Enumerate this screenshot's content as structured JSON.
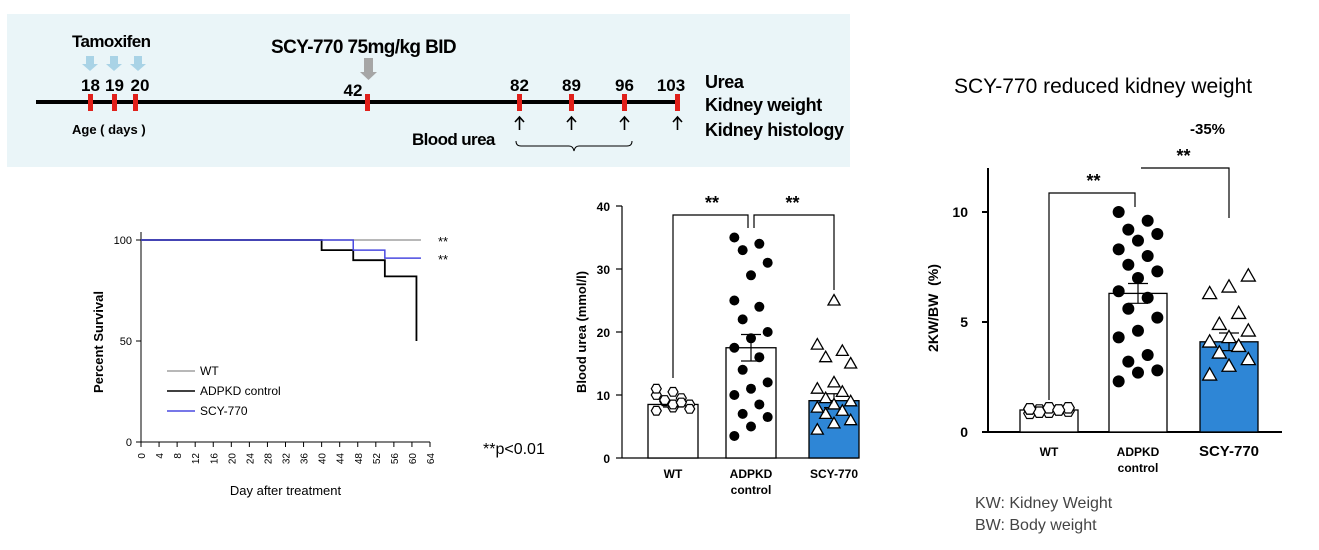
{
  "timeline": {
    "tamoxifen_label": "Tamoxifen",
    "tamoxifen_days": [
      "18",
      "19",
      "20"
    ],
    "treatment_label": "SCY-770 75mg/kg BID",
    "treatment_start": "42",
    "sample_days": [
      "82",
      "89",
      "96",
      "103"
    ],
    "age_label": "Age ( days )",
    "blood_urea_label": "Blood urea",
    "endpoints": [
      "Urea",
      "Kidney weight",
      "Kidney histology"
    ]
  },
  "kidney_title": "SCY-770 reduced kidney weight",
  "kidney_reduction": "-35%",
  "pvalue_note": "**p<0.01",
  "footnotes": [
    "KW: Kidney Weight",
    "BW: Body weight"
  ],
  "colors": {
    "panel_bg": "#eaf5f8",
    "arrow_blue": "#a9d3e6",
    "arrow_gray": "#a6a6a6",
    "tick_red": "#e0201b",
    "scy_bar": "#2e86d6",
    "scy_line": "#4a4ae0",
    "wt_line": "#a0a0a0"
  },
  "chart_data": [
    {
      "type": "line",
      "xlabel": "Day after treatment",
      "ylabel": "Percent Survival",
      "xlim": [
        0,
        64
      ],
      "ylim": [
        0,
        100
      ],
      "xticks": [
        0,
        4,
        8,
        12,
        16,
        20,
        24,
        28,
        32,
        36,
        40,
        44,
        48,
        52,
        56,
        60,
        64
      ],
      "yticks": [
        0,
        50,
        100
      ],
      "legend": [
        "WT",
        "ADPKD control",
        "SCY-770"
      ],
      "series": [
        {
          "name": "WT",
          "x": [
            0,
            62
          ],
          "y": [
            100,
            100
          ],
          "annotation": "**"
        },
        {
          "name": "ADPKD control",
          "x": [
            0,
            40,
            40,
            47,
            47,
            54,
            54,
            61,
            61
          ],
          "y": [
            100,
            100,
            95,
            95,
            90,
            90,
            82,
            82,
            50
          ]
        },
        {
          "name": "SCY-770",
          "x": [
            0,
            47,
            47,
            54,
            54,
            62
          ],
          "y": [
            100,
            100,
            95,
            95,
            91,
            91
          ],
          "annotation": "**"
        }
      ]
    },
    {
      "type": "bar",
      "ylabel": "Blood urea (mmol/l)",
      "ylim": [
        0,
        40
      ],
      "yticks": [
        0,
        10,
        20,
        30,
        40
      ],
      "categories": [
        [
          "WT"
        ],
        [
          "ADPKD",
          "control"
        ],
        [
          "SCY-770"
        ]
      ],
      "values": [
        8.5,
        17.5,
        9.1
      ],
      "sem": [
        0.4,
        2.1,
        1.1
      ],
      "significance": [
        "**",
        "**"
      ],
      "points": [
        [
          7.5,
          8.0,
          8.5,
          9.0,
          9.5,
          10.0,
          8.5,
          7.8,
          9.2,
          8.8,
          11.0,
          10.5
        ],
        [
          3.5,
          5,
          6.5,
          7,
          8.5,
          10,
          11,
          12,
          14,
          16,
          17.5,
          19,
          20,
          22,
          24,
          25,
          29,
          31,
          33,
          34,
          35
        ],
        [
          4.5,
          5.5,
          6,
          7,
          7.5,
          8,
          8.5,
          9,
          9.5,
          10.5,
          11,
          12,
          15,
          16,
          17,
          18,
          25
        ]
      ]
    },
    {
      "type": "bar",
      "ylabel": "2KW/BW  (%)",
      "ylim": [
        0,
        12
      ],
      "yticks": [
        0,
        5,
        10
      ],
      "categories": [
        [
          "WT"
        ],
        [
          "ADPKD",
          "control"
        ],
        [
          "SCY-770"
        ]
      ],
      "values": [
        1.0,
        6.3,
        4.1
      ],
      "sem": [
        0.05,
        0.45,
        0.4
      ],
      "significance": [
        "**",
        "**"
      ],
      "points": [
        [
          0.85,
          0.9,
          0.95,
          1.0,
          1.0,
          1.05,
          1.1,
          1.1,
          0.9,
          1.0,
          1.05
        ],
        [
          2.3,
          2.7,
          2.8,
          3.2,
          3.5,
          4.3,
          4.6,
          5.2,
          5.6,
          6.1,
          6.4,
          7.0,
          7.3,
          7.6,
          8.0,
          8.3,
          8.7,
          9.0,
          9.2,
          9.6,
          10.0
        ],
        [
          2.6,
          3.0,
          3.3,
          3.6,
          3.9,
          4.1,
          4.3,
          4.6,
          4.9,
          5.4,
          6.3,
          6.6,
          7.1
        ]
      ]
    }
  ]
}
